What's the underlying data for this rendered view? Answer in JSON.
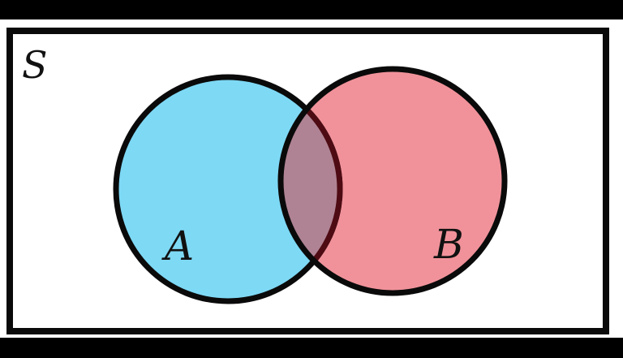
{
  "diagram": {
    "type": "venn-2-set",
    "universal_set_label": "S",
    "set_a_label": "A",
    "set_b_label": "B"
  },
  "colors": {
    "letterbox_bars": "#000000",
    "canvas": "#ffffff",
    "outline": "#0a0a0a",
    "set_a_fill": "#7ED9F5",
    "set_b_fill": "#F1929A",
    "intersection_fill": "#AF8394",
    "intersection_arc": "#4E0B13",
    "label_color": "#111111"
  }
}
